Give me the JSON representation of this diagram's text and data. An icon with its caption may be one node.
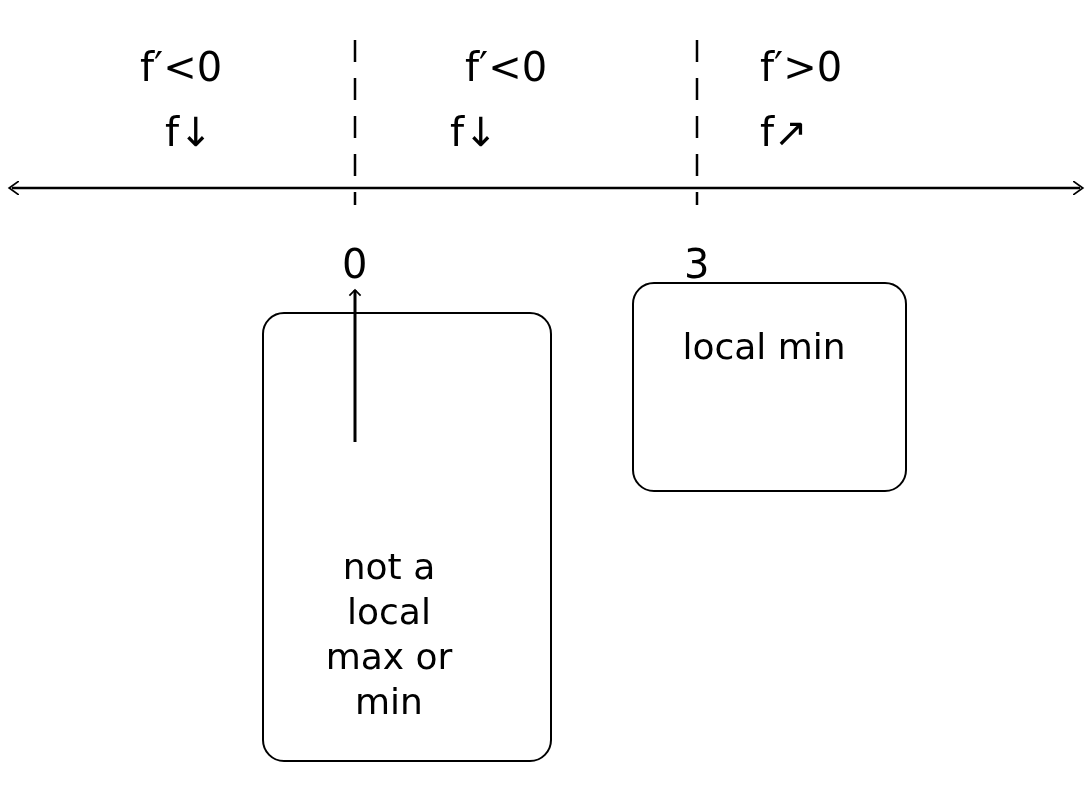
{
  "diagram": {
    "nodes": [
      {
        "text": [
          "0"
        ]
      },
      {
        "text": [
          "not a local max or min"
        ]
      },
      {
        "text": [
          "local min"
        ]
      }
    ],
    "edges": [
      {
        "from": 1,
        "to": 0,
        "arrow": "to"
      }
    ],
    "labels": [
      "f′<0",
      "f′<0",
      "f′>0",
      "f↓",
      "f↓",
      "f↗",
      "3"
    ]
  }
}
